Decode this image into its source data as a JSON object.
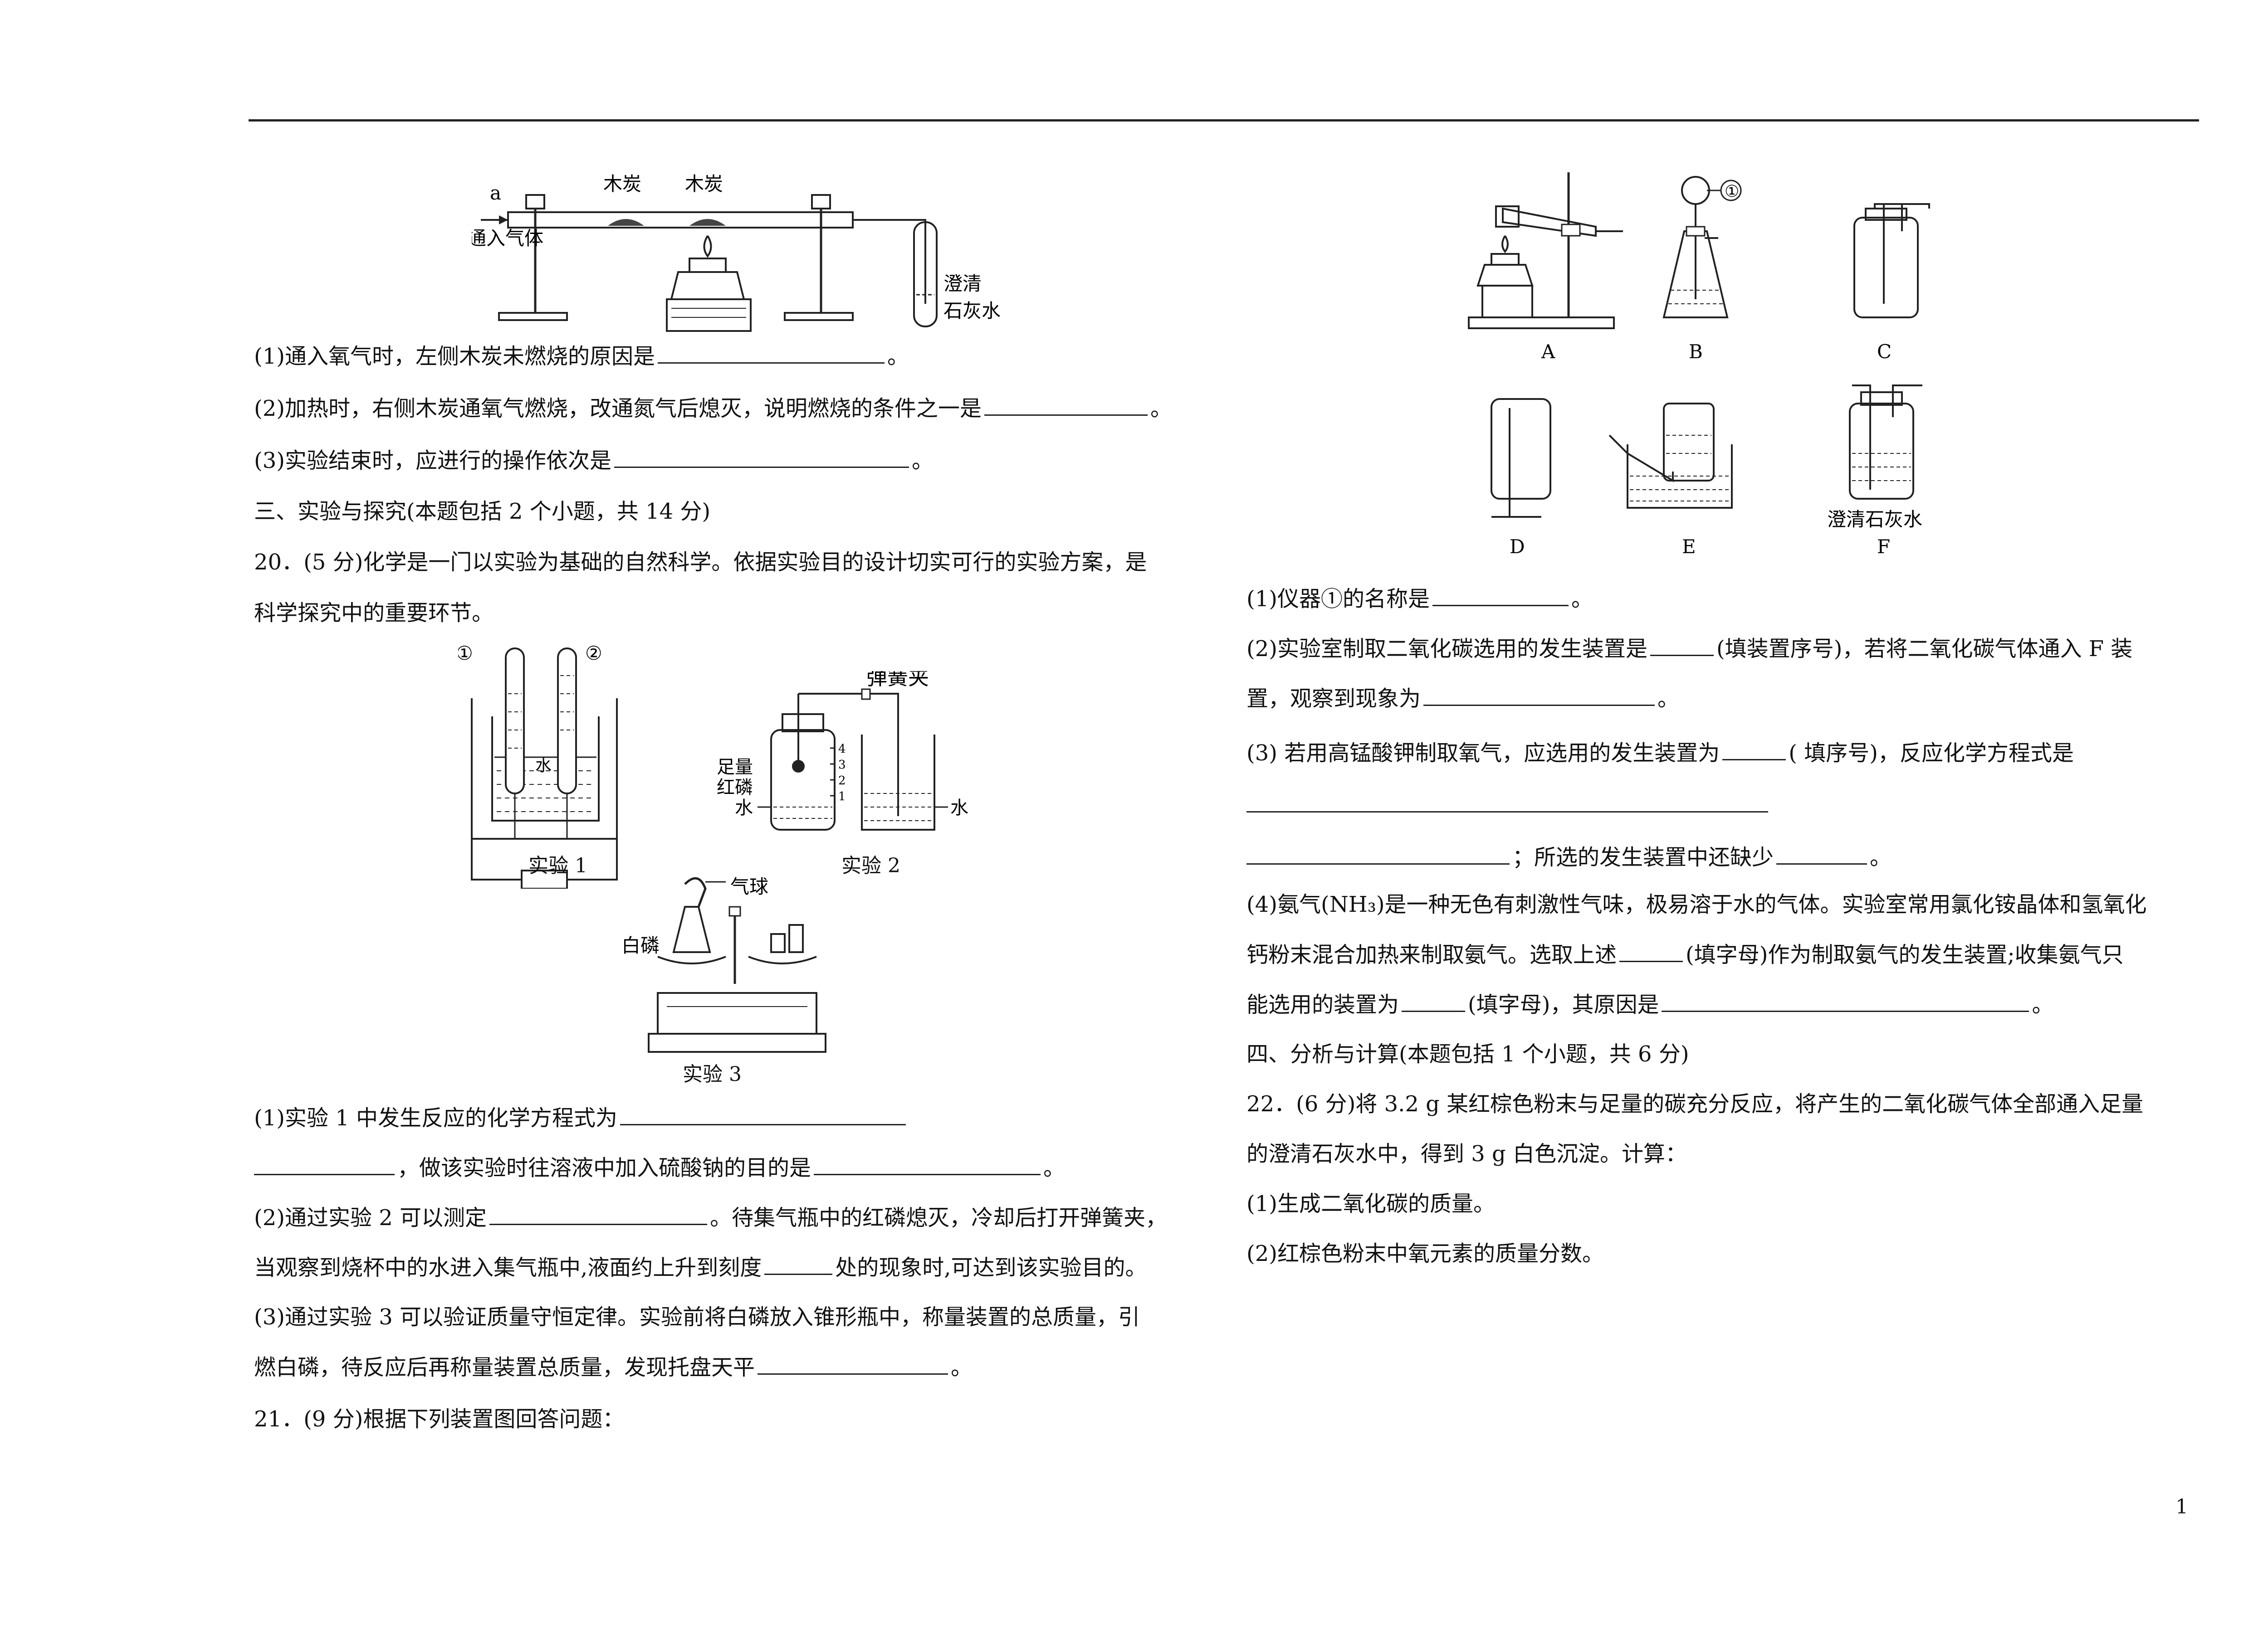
{
  "page_number": "1",
  "fig_top": {
    "label_a": "a",
    "label_gas_in": "通入气体",
    "label_charcoal_left": "木炭",
    "label_charcoal_right": "木炭",
    "label_lime1": "澄清",
    "label_lime2": "石灰水"
  },
  "q19": {
    "p1": "(1)通入氧气时，左侧木炭未燃烧的原因是",
    "p1_end": "。",
    "p2": "(2)加热时，右侧木炭通氧气燃烧，改通氮气后熄灭，说明燃烧的条件之一是",
    "p2_end": "。",
    "p3": "(3)实验结束时，应进行的操作依次是",
    "p3_end": "。"
  },
  "section3": "三、实验与探究(本题包括 2 个小题，共 14 分)",
  "q20": {
    "intro1": "20．(5 分)化学是一门以实验为基础的自然科学。依据实验目的设计切实可行的实验方案，是",
    "intro2": "科学探究中的重要环节。",
    "fig": {
      "label_1": "①",
      "label_2": "②",
      "label_water": "水",
      "caption1": "实验 1",
      "label_clamp": "弹簧夹",
      "label_zl": "足量",
      "label_hl": "红磷",
      "label_water2a": "水",
      "label_water2b": "水",
      "caption2": "实验 2",
      "label_balloon": "气球",
      "label_white_p": "白磷",
      "caption3": "实验 3"
    },
    "p1a": "(1)实验 1 中发生反应的化学方程式为",
    "p1b_end": "，做该实验时往溶液中加入硫酸钠的目的是",
    "p1b_tail": "。",
    "p2a": "(2)通过实验 2 可以测定",
    "p2a_end": "。待集气瓶中的红磷熄灭，冷却后打开弹簧夹，",
    "p2b": "当观察到烧杯中的水进入集气瓶中,液面约上升到刻度",
    "p2b_end": "处的现象时,可达到该实验目的。",
    "p3a": "(3)通过实验 3 可以验证质量守恒定律。实验前将白磷放入锥形瓶中，称量装置的总质量，引",
    "p3b": "燃白磷，待反应后再称量装置总质量，发现托盘天平",
    "p3b_end": "。"
  },
  "q21": {
    "intro": "21．(9 分)根据下列装置图回答问题：",
    "fig": {
      "label_circle1": "①",
      "A": "A",
      "B": "B",
      "C": "C",
      "D": "D",
      "E": "E",
      "F": "F",
      "label_lime": "澄清石灰水"
    },
    "p1": "(1)仪器①的名称是",
    "p1_end": "。",
    "p2a": "(2)实验室制取二氧化碳选用的发生装置是",
    "p2a_end": "(填装置序号)，若将二氧化碳气体通入 F 装",
    "p2b": "置，观察到现象为",
    "p2b_end": "。",
    "p3a": "(3) 若用高锰酸钾制取氧气，应选用的发生装置为",
    "p3a_end": "( 填序号)，反应化学方程式是",
    "p3c_mid": "；所选的发生装置中还缺少",
    "p3c_end": "。",
    "p4a": "(4)氨气(NH₃)是一种无色有刺激性气味，极易溶于水的气体。实验室常用氯化铵晶体和氢氧化",
    "p4b": "钙粉末混合加热来制取氨气。选取上述",
    "p4b_end": "(填字母)作为制取氨气的发生装置;收集氨气只",
    "p4c": "能选用的装置为",
    "p4c_mid": "(填字母)，其原因是",
    "p4c_end": "。"
  },
  "section4": "四、分析与计算(本题包括 1 个小题，共 6 分)",
  "q22": {
    "l1": "22．(6 分)将 3.2 g 某红棕色粉末与足量的碳充分反应，将产生的二氧化碳气体全部通入足量",
    "l2": "的澄清石灰水中，得到 3 g 白色沉淀。计算：",
    "l3": "(1)生成二氧化碳的质量。",
    "l4": "(2)红棕色粉末中氧元素的质量分数。"
  }
}
